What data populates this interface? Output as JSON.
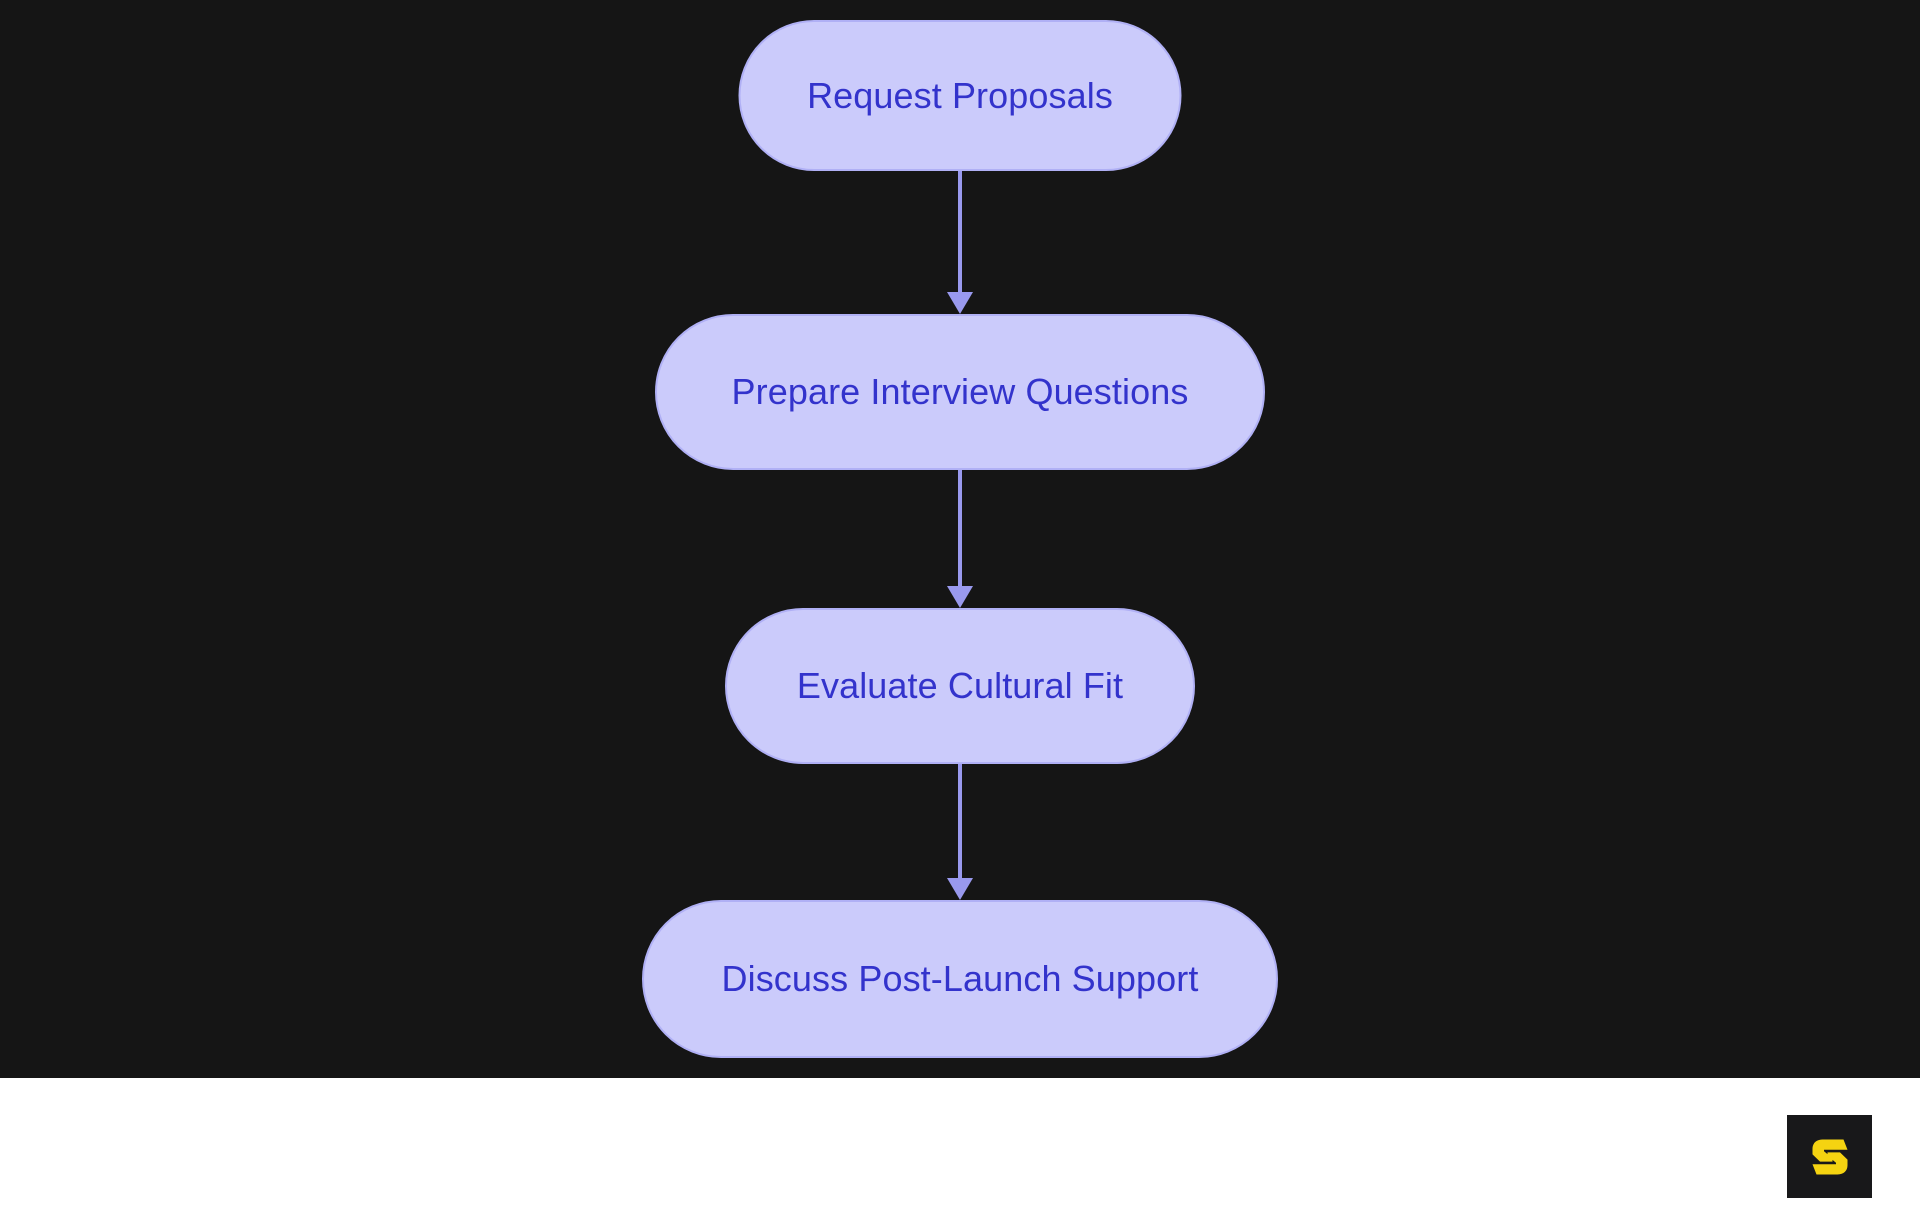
{
  "canvas": {
    "background_color": "#151515",
    "footer_background_color": "#ffffff"
  },
  "theme": {
    "node_fill": "#cbcbfb",
    "node_border": "#b0b0f5",
    "node_text": "#3333cc",
    "edge_color": "#9999ee",
    "logo_background": "#18181a",
    "logo_mark_color": "#f5d311"
  },
  "flowchart": {
    "type": "flowchart",
    "orientation": "top-to-bottom",
    "node_shape": "stadium",
    "nodes": [
      {
        "id": "n1",
        "label": "Request Proposals"
      },
      {
        "id": "n2",
        "label": "Prepare Interview Questions"
      },
      {
        "id": "n3",
        "label": "Evaluate Cultural Fit"
      },
      {
        "id": "n4",
        "label": "Discuss Post-Launch Support"
      }
    ],
    "edges": [
      {
        "from": "n1",
        "to": "n2",
        "arrow": "arrow-down",
        "label": ""
      },
      {
        "from": "n2",
        "to": "n3",
        "arrow": "arrow-down",
        "label": ""
      },
      {
        "from": "n3",
        "to": "n4",
        "arrow": "arrow-down",
        "label": ""
      }
    ]
  },
  "footer": {
    "logo": {
      "icon": "stylized-s-logo",
      "alt": "S"
    }
  }
}
